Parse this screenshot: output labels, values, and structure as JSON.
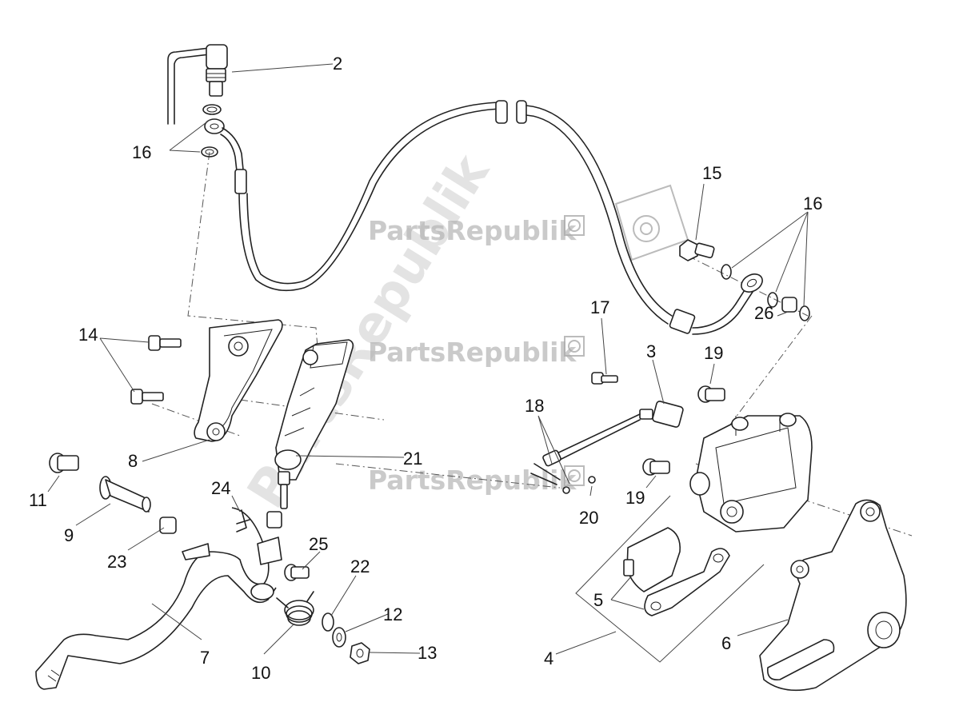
{
  "watermark": {
    "text": "PartsRepublik",
    "big_text": "PartsRepublik",
    "color": "#b4b4b4"
  },
  "callouts": [
    "2",
    "16",
    "15",
    "16",
    "17",
    "3",
    "19",
    "26",
    "14",
    "18",
    "8",
    "21",
    "11",
    "9",
    "24",
    "20",
    "19",
    "23",
    "25",
    "22",
    "5",
    "12",
    "7",
    "10",
    "13",
    "4",
    "6"
  ],
  "colors": {
    "line": "#222222",
    "background": "#ffffff"
  }
}
